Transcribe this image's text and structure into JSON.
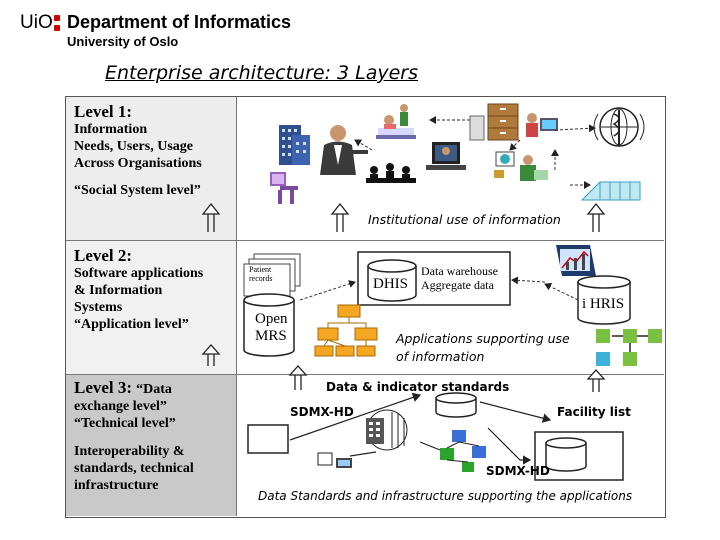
{
  "header": {
    "logo_uio": "UiO",
    "department": "Department of Informatics",
    "university": "University of Oslo"
  },
  "title": "Enterprise architecture: 3 Layers",
  "levels": [
    {
      "title": "Level 1:",
      "lines": [
        "Information",
        "Needs, Users, Usage",
        "Across Organisations"
      ],
      "tag": "“Social System level”"
    },
    {
      "title": "Level 2:",
      "lines": [
        "Software applications",
        "& Information",
        "Systems",
        "“Application level”"
      ]
    },
    {
      "title": "Level 3:",
      "title_suffix": "“Data",
      "lines": [
        "exchange level”",
        "“Technical level”"
      ],
      "lines2": [
        "Interoperability &",
        "standards, technical",
        "infrastructure"
      ]
    }
  ],
  "diagram": {
    "institutional_use": "Institutional use of information",
    "patient_records": [
      "Patient",
      "records"
    ],
    "dhis": "DHIS",
    "data_warehouse": [
      "Data warehouse",
      "Aggregate data"
    ],
    "open_mrs": [
      "Open",
      "MRS"
    ],
    "ihris": "i HRIS",
    "apps_supporting": [
      "Applications supporting use",
      "of information"
    ],
    "data_indicator_standards": "Data & indicator standards",
    "sdmx_hd_top": "SDMX-HD",
    "facility_list": "Facility list",
    "sdmx_hd_bottom": "SDMX-HD",
    "data_standards_infra": "Data Standards and infrastructure supporting the applications"
  },
  "colors": {
    "logo_red": "#d40000",
    "org_chart_orange": "#f5a623",
    "facility_green": "#7ac142",
    "facility_cyan": "#3fb0d9",
    "level3_band": "#c9c9c9",
    "level1_band": "#ededed"
  },
  "icons": [
    "building-icon",
    "businessman-icon",
    "patient-bed-icon",
    "file-cabinet-icon",
    "computer-user-icon",
    "who-emblem-icon",
    "meeting-icon",
    "laptop-user-icon",
    "globe-icon",
    "nurse-icon",
    "hospital-icon",
    "computer-workstation-icon",
    "bar-chart-icon",
    "calculator-icon",
    "network-icon"
  ]
}
